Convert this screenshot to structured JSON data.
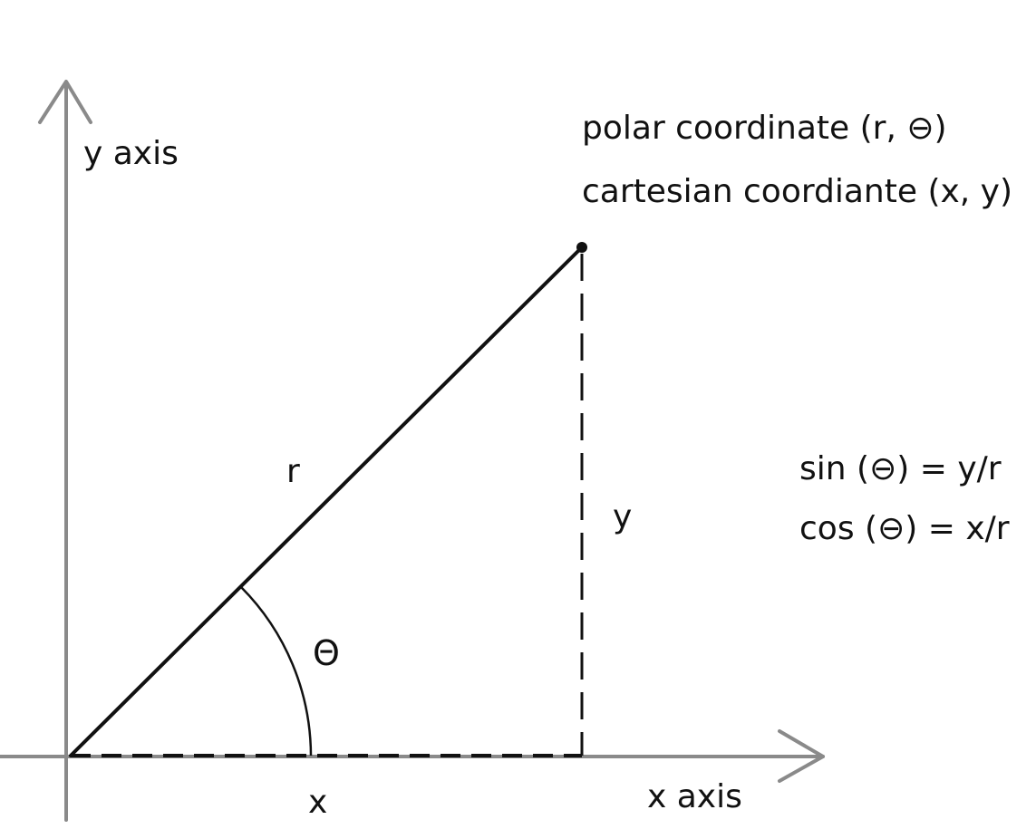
{
  "labels": {
    "y_axis": "y axis",
    "x_axis": "x axis",
    "polar": "polar coordinate (r, ⊖)",
    "cartesian": "cartesian coordiante (x, y)",
    "r": "r",
    "theta": "Θ",
    "y": "y",
    "x": "x",
    "sin_eq": "sin (⊖) = y/r",
    "cos_eq": "cos (⊖) = x/r"
  },
  "colors": {
    "axis": "#8a8a8a",
    "ink": "#111111",
    "background": "#ffffff"
  }
}
